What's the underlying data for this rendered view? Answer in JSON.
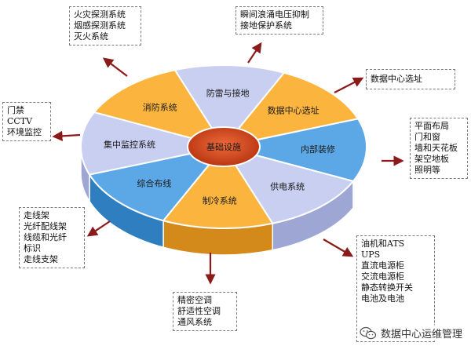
{
  "colors": {
    "orange": "#fbb53f",
    "orange_side": "#d48a1a",
    "blue": "#5ca8e6",
    "blue_side": "#2f7fc0",
    "lavender": "#c9cff0",
    "lavender_side": "#9ea6d4",
    "center": "#d6401c",
    "arrow": "#8b1a1a"
  },
  "center": {
    "label": "基础设施"
  },
  "segments": [
    {
      "label": "防雷与接地",
      "color": "lavender"
    },
    {
      "label": "数据中心选址",
      "color": "orange"
    },
    {
      "label": "内部装修",
      "color": "blue"
    },
    {
      "label": "供电系统",
      "color": "lavender"
    },
    {
      "label": "制冷系统",
      "color": "orange"
    },
    {
      "label": "综合布线",
      "color": "blue"
    },
    {
      "label": "集中监控系统",
      "color": "lavender"
    },
    {
      "label": "消防系统",
      "color": "orange"
    }
  ],
  "notes": {
    "fire": [
      "火灾探测系统",
      "烟感探测系统",
      "灭火系统"
    ],
    "surge": [
      "瞬间浪涌电压抑制",
      "接地保护系统"
    ],
    "site": [
      "数据中心选址"
    ],
    "access": [
      "门禁",
      "CCTV",
      "环境监控"
    ],
    "decoration": [
      "平面布局",
      "门和窗",
      "墙和天花板",
      "架空地板",
      "照明等"
    ],
    "cabling": [
      "走线架",
      "光纤配线架",
      "线缆和光纤",
      "标识",
      "走线支架"
    ],
    "cooling": [
      "精密空调",
      "舒适性空调",
      "通风系统"
    ],
    "power": [
      "油机和ATS",
      "UPS",
      "直流电源柜",
      "交流电源柜",
      "静态转换开关",
      "电池及电池"
    ]
  },
  "watermark": {
    "text": "数据中心运维管理",
    "icon": "wechat-icon"
  }
}
